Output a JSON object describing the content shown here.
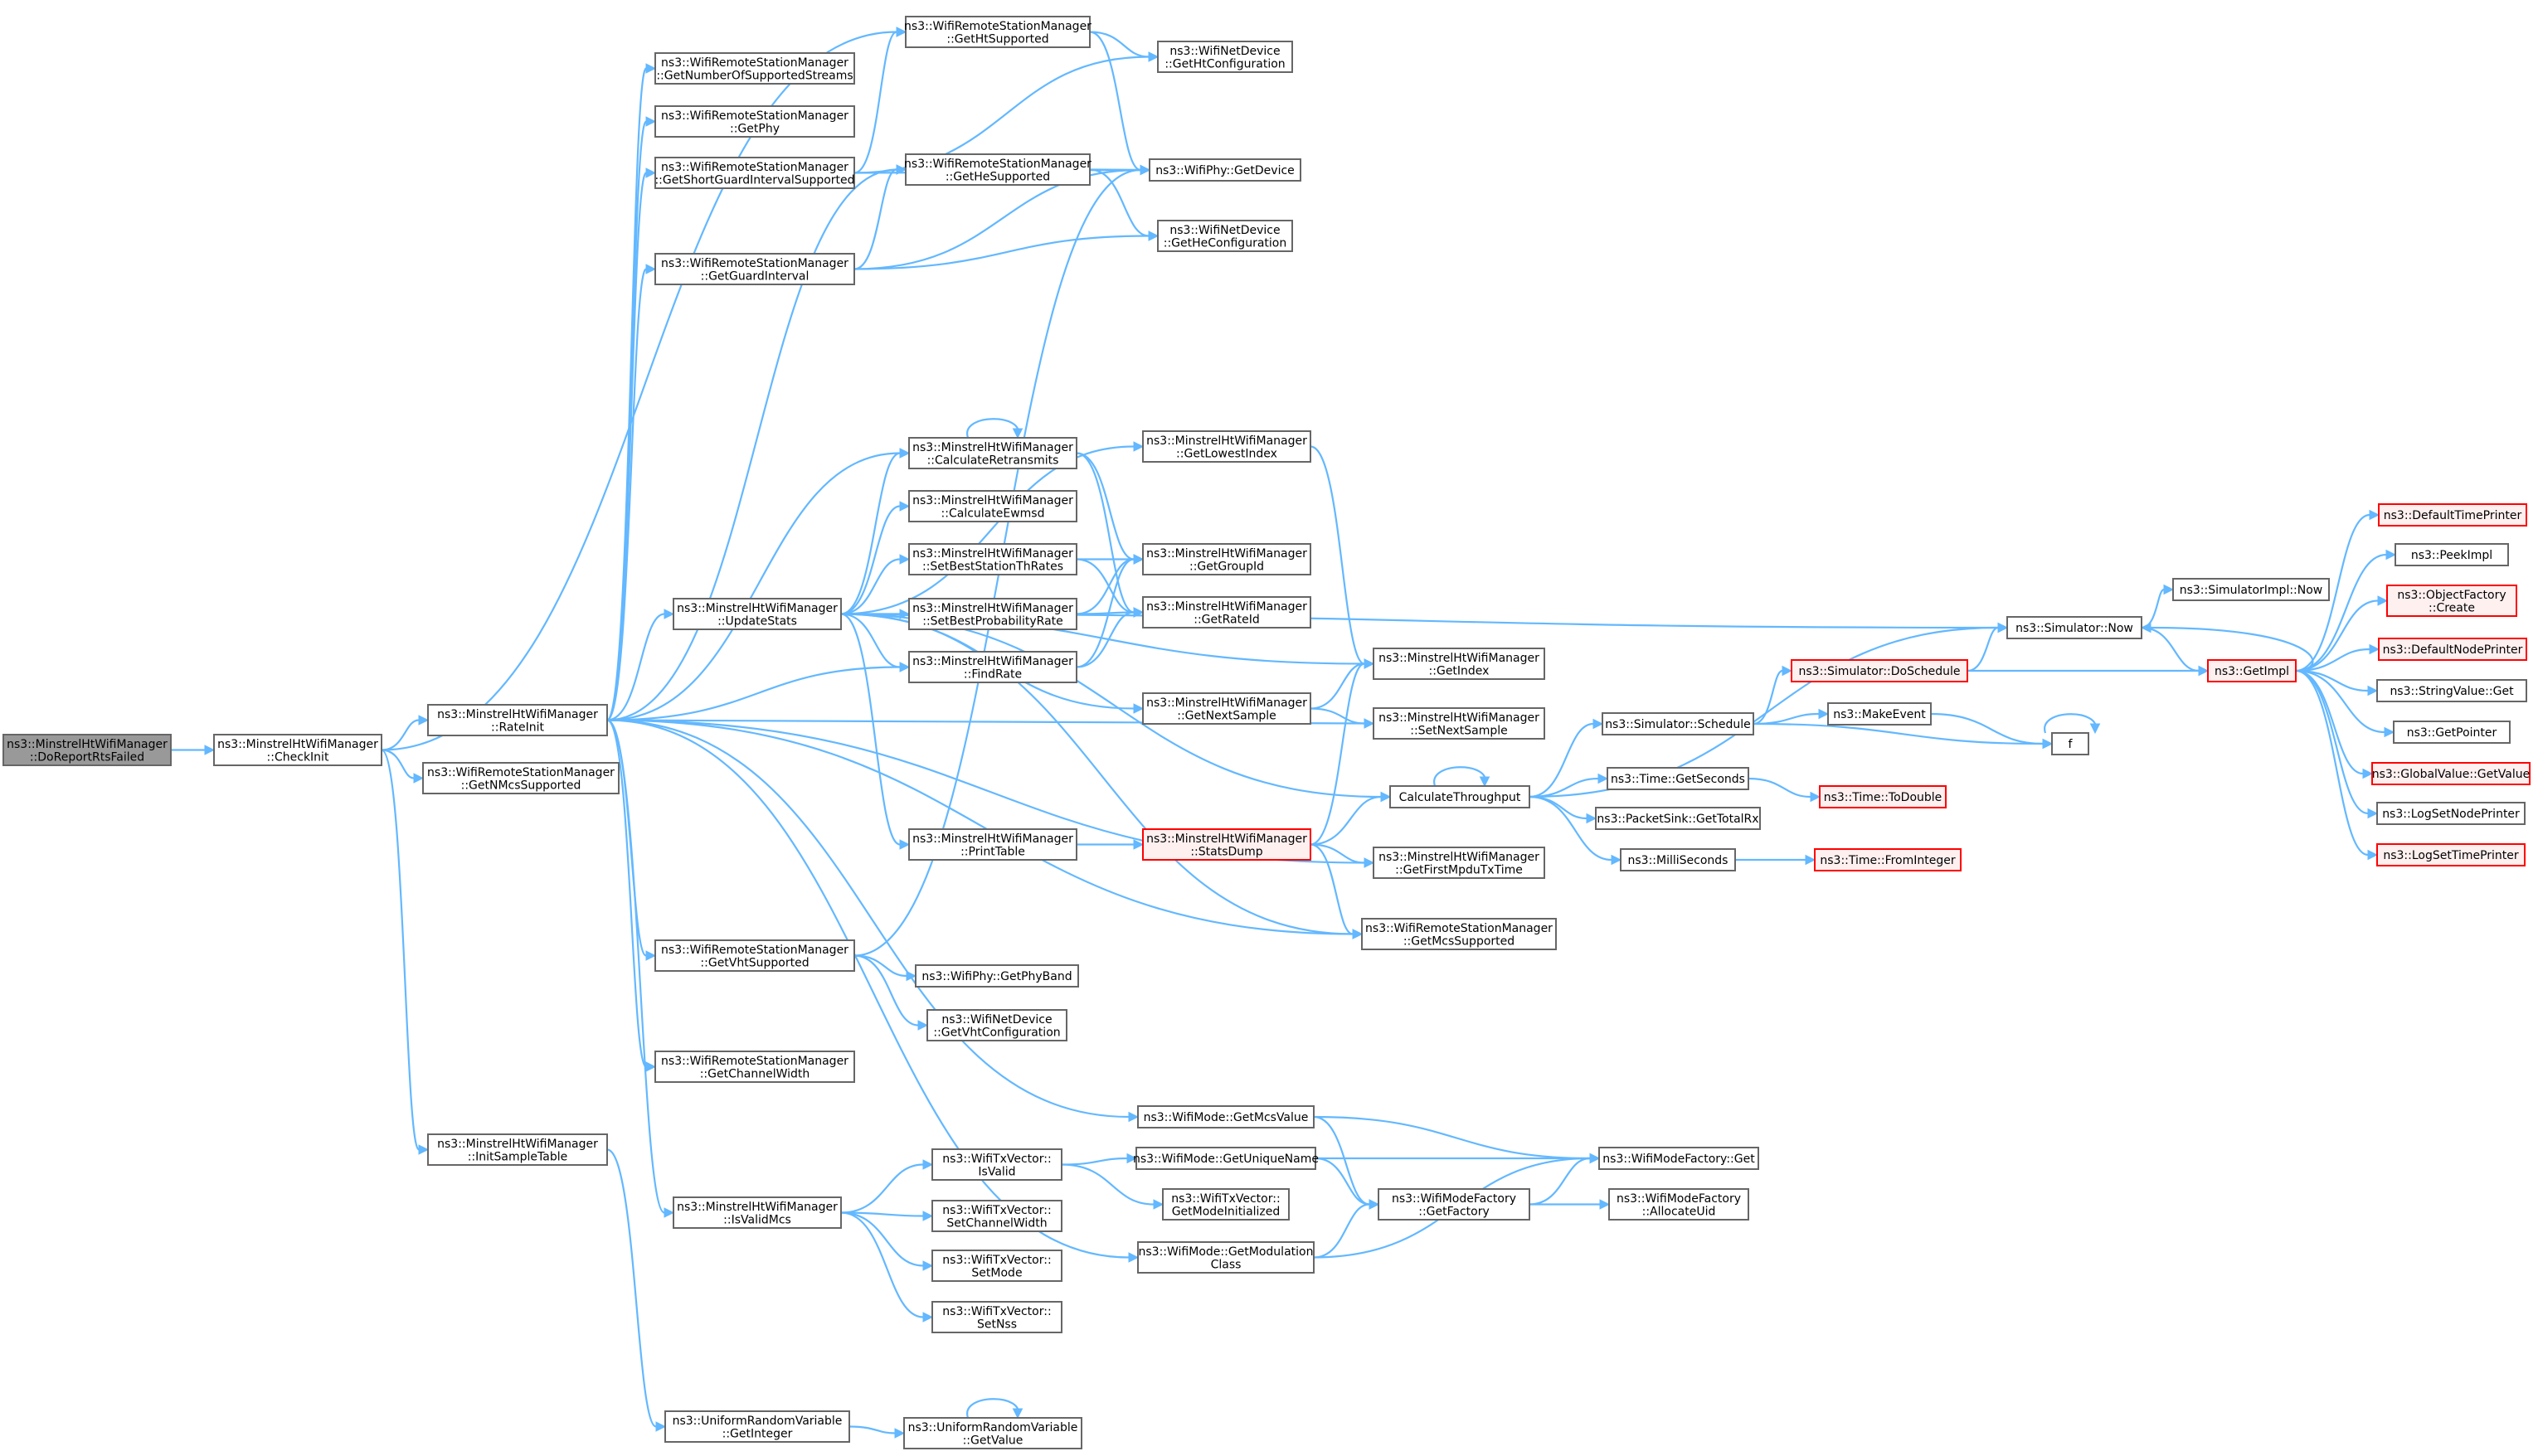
{
  "colors": {
    "edge": "#63b8ff",
    "node_border": "#666666",
    "root_fill": "#999999",
    "truncated_border": "#ff0000",
    "truncated_fill": "#fff0f0"
  },
  "nodes": [
    {
      "id": "root",
      "lines": [
        "ns3::MinstrelHtWifiManager",
        "::DoReportRtsFailed"
      ],
      "kind": "root"
    },
    {
      "id": "checkinit",
      "lines": [
        "ns3::MinstrelHtWifiManager",
        "::CheckInit"
      ]
    },
    {
      "id": "rateinit",
      "lines": [
        "ns3::MinstrelHtWifiManager",
        "::RateInit"
      ]
    },
    {
      "id": "getnmcs",
      "lines": [
        "ns3::WifiRemoteStationManager",
        "::GetNMcsSupported"
      ]
    },
    {
      "id": "initsample",
      "lines": [
        "ns3::MinstrelHtWifiManager",
        "::InitSampleTable"
      ]
    },
    {
      "id": "getnumstreams",
      "lines": [
        "ns3::WifiRemoteStationManager",
        "::GetNumberOfSupportedStreams"
      ]
    },
    {
      "id": "getphy",
      "lines": [
        "ns3::WifiRemoteStationManager",
        "::GetPhy"
      ]
    },
    {
      "id": "getsgi",
      "lines": [
        "ns3::WifiRemoteStationManager",
        "::GetShortGuardIntervalSupported"
      ]
    },
    {
      "id": "getgi",
      "lines": [
        "ns3::WifiRemoteStationManager",
        "::GetGuardInterval"
      ]
    },
    {
      "id": "updatestats",
      "lines": [
        "ns3::MinstrelHtWifiManager",
        "::UpdateStats"
      ]
    },
    {
      "id": "getvht",
      "lines": [
        "ns3::WifiRemoteStationManager",
        "::GetVhtSupported"
      ]
    },
    {
      "id": "getchw",
      "lines": [
        "ns3::WifiRemoteStationManager",
        "::GetChannelWidth"
      ]
    },
    {
      "id": "isvalidmcs",
      "lines": [
        "ns3::MinstrelHtWifiManager",
        "::IsValidMcs"
      ]
    },
    {
      "id": "getint",
      "lines": [
        "ns3::UniformRandomVariable",
        "::GetInteger"
      ]
    },
    {
      "id": "getht",
      "lines": [
        "ns3::WifiRemoteStationManager",
        "::GetHtSupported"
      ]
    },
    {
      "id": "gethe",
      "lines": [
        "ns3::WifiRemoteStationManager",
        "::GetHeSupported"
      ]
    },
    {
      "id": "calcretr",
      "lines": [
        "ns3::MinstrelHtWifiManager",
        "::CalculateRetransmits"
      ]
    },
    {
      "id": "calcewmsd",
      "lines": [
        "ns3::MinstrelHtWifiManager",
        "::CalculateEwmsd"
      ]
    },
    {
      "id": "setbestth",
      "lines": [
        "ns3::MinstrelHtWifiManager",
        "::SetBestStationThRates"
      ]
    },
    {
      "id": "setbestprob",
      "lines": [
        "ns3::MinstrelHtWifiManager",
        "::SetBestProbabilityRate"
      ]
    },
    {
      "id": "findrate",
      "lines": [
        "ns3::MinstrelHtWifiManager",
        "::FindRate"
      ]
    },
    {
      "id": "printtable",
      "lines": [
        "ns3::MinstrelHtWifiManager",
        "::PrintTable"
      ]
    },
    {
      "id": "getphyband",
      "lines": [
        "ns3::WifiPhy::GetPhyBand"
      ]
    },
    {
      "id": "getvhtconf",
      "lines": [
        "ns3::WifiNetDevice",
        "::GetVhtConfiguration"
      ]
    },
    {
      "id": "isvalid",
      "lines": [
        "ns3::WifiTxVector::",
        "IsValid"
      ]
    },
    {
      "id": "setchw",
      "lines": [
        "ns3::WifiTxVector::",
        "SetChannelWidth"
      ]
    },
    {
      "id": "setmode",
      "lines": [
        "ns3::WifiTxVector::",
        "SetMode"
      ]
    },
    {
      "id": "setnss",
      "lines": [
        "ns3::WifiTxVector::",
        "SetNss"
      ]
    },
    {
      "id": "getvalue",
      "lines": [
        "ns3::UniformRandomVariable",
        "::GetValue"
      ]
    },
    {
      "id": "gethtconf",
      "lines": [
        "ns3::WifiNetDevice",
        "::GetHtConfiguration"
      ]
    },
    {
      "id": "getdevice",
      "lines": [
        "ns3::WifiPhy::GetDevice"
      ]
    },
    {
      "id": "getheconf",
      "lines": [
        "ns3::WifiNetDevice",
        "::GetHeConfiguration"
      ]
    },
    {
      "id": "getlowest",
      "lines": [
        "ns3::MinstrelHtWifiManager",
        "::GetLowestIndex"
      ]
    },
    {
      "id": "getgroupid",
      "lines": [
        "ns3::MinstrelHtWifiManager",
        "::GetGroupId"
      ]
    },
    {
      "id": "getrateid",
      "lines": [
        "ns3::MinstrelHtWifiManager",
        "::GetRateId"
      ]
    },
    {
      "id": "getnextsample",
      "lines": [
        "ns3::MinstrelHtWifiManager",
        "::GetNextSample"
      ]
    },
    {
      "id": "statsdump",
      "lines": [
        "ns3::MinstrelHtWifiManager",
        "::StatsDump"
      ],
      "kind": "trunc"
    },
    {
      "id": "getmcsvalue",
      "lines": [
        "ns3::WifiMode::GetMcsValue"
      ]
    },
    {
      "id": "getuniquename",
      "lines": [
        "ns3::WifiMode::GetUniqueName"
      ]
    },
    {
      "id": "getmodeinit",
      "lines": [
        "ns3::WifiTxVector::",
        "GetModeInitialized"
      ]
    },
    {
      "id": "getmodclass",
      "lines": [
        "ns3::WifiMode::GetModulation",
        "Class"
      ]
    },
    {
      "id": "getindex",
      "lines": [
        "ns3::MinstrelHtWifiManager",
        "::GetIndex"
      ]
    },
    {
      "id": "setnextsample",
      "lines": [
        "ns3::MinstrelHtWifiManager",
        "::SetNextSample"
      ]
    },
    {
      "id": "calcthr",
      "lines": [
        "CalculateThroughput"
      ]
    },
    {
      "id": "getfirstmpdu",
      "lines": [
        "ns3::MinstrelHtWifiManager",
        "::GetFirstMpduTxTime"
      ]
    },
    {
      "id": "getmcssupp",
      "lines": [
        "ns3::WifiRemoteStationManager",
        "::GetMcsSupported"
      ]
    },
    {
      "id": "getfactory",
      "lines": [
        "ns3::WifiModeFactory",
        "::GetFactory"
      ]
    },
    {
      "id": "schedule",
      "lines": [
        "ns3::Simulator::Schedule"
      ]
    },
    {
      "id": "getseconds",
      "lines": [
        "ns3::Time::GetSeconds"
      ]
    },
    {
      "id": "gettotalrx",
      "lines": [
        "ns3::PacketSink::GetTotalRx"
      ]
    },
    {
      "id": "milliseconds",
      "lines": [
        "ns3::MilliSeconds"
      ]
    },
    {
      "id": "wmfget",
      "lines": [
        "ns3::WifiModeFactory::Get"
      ]
    },
    {
      "id": "allocuid",
      "lines": [
        "ns3::WifiModeFactory",
        "::AllocateUid"
      ]
    },
    {
      "id": "doschedule",
      "lines": [
        "ns3::Simulator::DoSchedule"
      ],
      "kind": "trunc"
    },
    {
      "id": "makeevent",
      "lines": [
        "ns3::MakeEvent"
      ]
    },
    {
      "id": "todouble",
      "lines": [
        "ns3::Time::ToDouble"
      ],
      "kind": "trunc"
    },
    {
      "id": "frominteger",
      "lines": [
        "ns3::Time::FromInteger"
      ],
      "kind": "trunc"
    },
    {
      "id": "simnow",
      "lines": [
        "ns3::Simulator::Now"
      ]
    },
    {
      "id": "f",
      "lines": [
        "f"
      ]
    },
    {
      "id": "implnow",
      "lines": [
        "ns3::SimulatorImpl::Now"
      ]
    },
    {
      "id": "getimpl",
      "lines": [
        "ns3::GetImpl"
      ],
      "kind": "trunc"
    },
    {
      "id": "deftime",
      "lines": [
        "ns3::DefaultTimePrinter"
      ],
      "kind": "trunc"
    },
    {
      "id": "peekimpl",
      "lines": [
        "ns3::PeekImpl"
      ]
    },
    {
      "id": "objfactory",
      "lines": [
        "ns3::ObjectFactory",
        "::Create"
      ],
      "kind": "trunc"
    },
    {
      "id": "defnode",
      "lines": [
        "ns3::DefaultNodePrinter"
      ],
      "kind": "trunc"
    },
    {
      "id": "strvalget",
      "lines": [
        "ns3::StringValue::Get"
      ]
    },
    {
      "id": "getpointer",
      "lines": [
        "ns3::GetPointer"
      ]
    },
    {
      "id": "gvgetvalue",
      "lines": [
        "ns3::GlobalValue::GetValue"
      ],
      "kind": "trunc"
    },
    {
      "id": "logsetnode",
      "lines": [
        "ns3::LogSetNodePrinter"
      ]
    },
    {
      "id": "logsettime",
      "lines": [
        "ns3::LogSetTimePrinter"
      ],
      "kind": "trunc"
    }
  ],
  "edges": [
    [
      "root",
      "checkinit"
    ],
    [
      "checkinit",
      "rateinit"
    ],
    [
      "checkinit",
      "getnmcs"
    ],
    [
      "checkinit",
      "initsample"
    ],
    [
      "checkinit",
      "getht"
    ],
    [
      "rateinit",
      "getnumstreams"
    ],
    [
      "rateinit",
      "getphy"
    ],
    [
      "rateinit",
      "getsgi"
    ],
    [
      "rateinit",
      "getgi"
    ],
    [
      "rateinit",
      "updatestats"
    ],
    [
      "rateinit",
      "getvht"
    ],
    [
      "rateinit",
      "getchw"
    ],
    [
      "rateinit",
      "isvalidmcs"
    ],
    [
      "rateinit",
      "calcretr"
    ],
    [
      "rateinit",
      "findrate"
    ],
    [
      "rateinit",
      "setnextsample"
    ],
    [
      "rateinit",
      "getfirstmpdu"
    ],
    [
      "rateinit",
      "getmcssupp"
    ],
    [
      "rateinit",
      "getmcsvalue"
    ],
    [
      "rateinit",
      "getmodclass"
    ],
    [
      "rateinit",
      "gethe"
    ],
    [
      "getsgi",
      "getht"
    ],
    [
      "getsgi",
      "gethtconf"
    ],
    [
      "getsgi",
      "getdevice"
    ],
    [
      "getgi",
      "gethe"
    ],
    [
      "getgi",
      "getdevice"
    ],
    [
      "getgi",
      "getheconf"
    ],
    [
      "getht",
      "gethtconf"
    ],
    [
      "getht",
      "getdevice"
    ],
    [
      "gethe",
      "getdevice"
    ],
    [
      "gethe",
      "getheconf"
    ],
    [
      "updatestats",
      "calcretr"
    ],
    [
      "updatestats",
      "calcewmsd"
    ],
    [
      "updatestats",
      "setbestth"
    ],
    [
      "updatestats",
      "setbestprob"
    ],
    [
      "updatestats",
      "findrate"
    ],
    [
      "updatestats",
      "printtable"
    ],
    [
      "updatestats",
      "getlowest"
    ],
    [
      "updatestats",
      "getindex"
    ],
    [
      "updatestats",
      "getnextsample"
    ],
    [
      "updatestats",
      "calcthr"
    ],
    [
      "updatestats",
      "simnow"
    ],
    [
      "updatestats",
      "getmcssupp"
    ],
    [
      "calcretr",
      "calcretr"
    ],
    [
      "calcretr",
      "getgroupid"
    ],
    [
      "calcretr",
      "getrateid"
    ],
    [
      "setbestth",
      "getgroupid"
    ],
    [
      "setbestth",
      "getrateid"
    ],
    [
      "setbestprob",
      "getgroupid"
    ],
    [
      "setbestprob",
      "getrateid"
    ],
    [
      "findrate",
      "getgroupid"
    ],
    [
      "findrate",
      "getrateid"
    ],
    [
      "getlowest",
      "getindex"
    ],
    [
      "getnextsample",
      "getindex"
    ],
    [
      "getnextsample",
      "setnextsample"
    ],
    [
      "printtable",
      "statsdump"
    ],
    [
      "statsdump",
      "getindex"
    ],
    [
      "statsdump",
      "calcthr"
    ],
    [
      "statsdump",
      "getfirstmpdu"
    ],
    [
      "statsdump",
      "getmcssupp"
    ],
    [
      "getvht",
      "getphyband"
    ],
    [
      "getvht",
      "getvhtconf"
    ],
    [
      "getvht",
      "getdevice"
    ],
    [
      "isvalidmcs",
      "isvalid"
    ],
    [
      "isvalidmcs",
      "setchw"
    ],
    [
      "isvalidmcs",
      "setmode"
    ],
    [
      "isvalidmcs",
      "setnss"
    ],
    [
      "isvalid",
      "getuniquename"
    ],
    [
      "isvalid",
      "getmodeinit"
    ],
    [
      "getmcsvalue",
      "wmfget"
    ],
    [
      "getmcsvalue",
      "getfactory"
    ],
    [
      "getuniquename",
      "wmfget"
    ],
    [
      "getuniquename",
      "getfactory"
    ],
    [
      "getmodclass",
      "getfactory"
    ],
    [
      "getmodclass",
      "wmfget"
    ],
    [
      "getfactory",
      "wmfget"
    ],
    [
      "getfactory",
      "allocuid"
    ],
    [
      "calcthr",
      "calcthr"
    ],
    [
      "calcthr",
      "schedule"
    ],
    [
      "calcthr",
      "getseconds"
    ],
    [
      "calcthr",
      "gettotalrx"
    ],
    [
      "calcthr",
      "milliseconds"
    ],
    [
      "calcthr",
      "simnow"
    ],
    [
      "schedule",
      "doschedule"
    ],
    [
      "schedule",
      "makeevent"
    ],
    [
      "schedule",
      "f"
    ],
    [
      "doschedule",
      "simnow"
    ],
    [
      "doschedule",
      "getimpl"
    ],
    [
      "makeevent",
      "f"
    ],
    [
      "f",
      "f"
    ],
    [
      "getseconds",
      "todouble"
    ],
    [
      "milliseconds",
      "frominteger"
    ],
    [
      "simnow",
      "implnow"
    ],
    [
      "simnow",
      "getimpl"
    ],
    [
      "getimpl",
      "deftime"
    ],
    [
      "getimpl",
      "peekimpl"
    ],
    [
      "getimpl",
      "objfactory"
    ],
    [
      "getimpl",
      "defnode"
    ],
    [
      "getimpl",
      "strvalget"
    ],
    [
      "getimpl",
      "getpointer"
    ],
    [
      "getimpl",
      "gvgetvalue"
    ],
    [
      "getimpl",
      "logsetnode"
    ],
    [
      "getimpl",
      "logsettime"
    ],
    [
      "getimpl",
      "simnow"
    ],
    [
      "initsample",
      "getint"
    ],
    [
      "getint",
      "getvalue"
    ],
    [
      "getvalue",
      "getvalue"
    ]
  ]
}
